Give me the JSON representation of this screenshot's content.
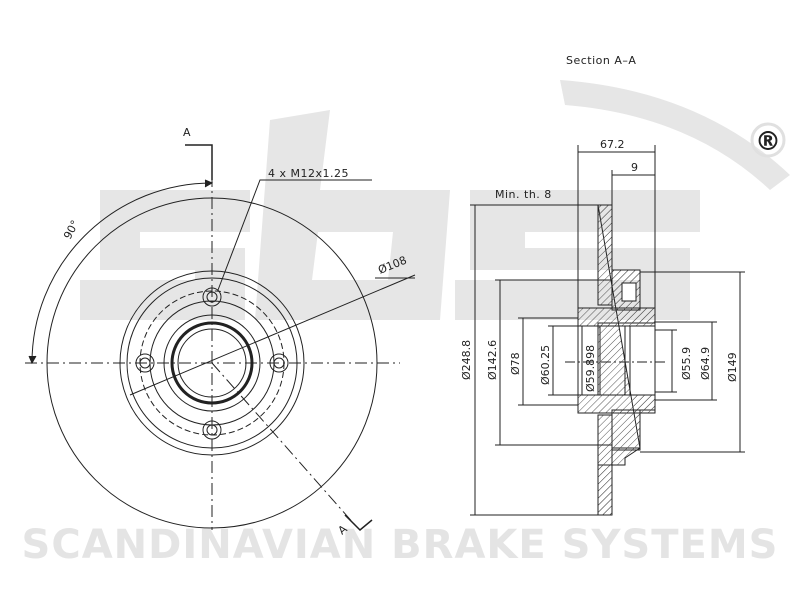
{
  "watermark": {
    "logo_text": "sbs",
    "registered_mark": "®",
    "company": "SCANDINAVIAN BRAKE SYSTEMS"
  },
  "front_view": {
    "section_marker": "A",
    "section_marker_bottom": "A",
    "bolt_label": "4 x M12x1.25",
    "pcd_label": "Ø108",
    "angle_label": "90°"
  },
  "section_view": {
    "title": "Section A–A",
    "min_thickness": "Min. th. 8",
    "width_total": "67.2",
    "width_disc": "9",
    "diameters": [
      "Ø248.8",
      "Ø142.6",
      "Ø78",
      "Ø60.25",
      "Ø59.898",
      "Ø55.9",
      "Ø64.9",
      "Ø149"
    ]
  },
  "colors": {
    "line": "#222222",
    "hatch": "#555555",
    "watermark": "#e4e4e4"
  }
}
